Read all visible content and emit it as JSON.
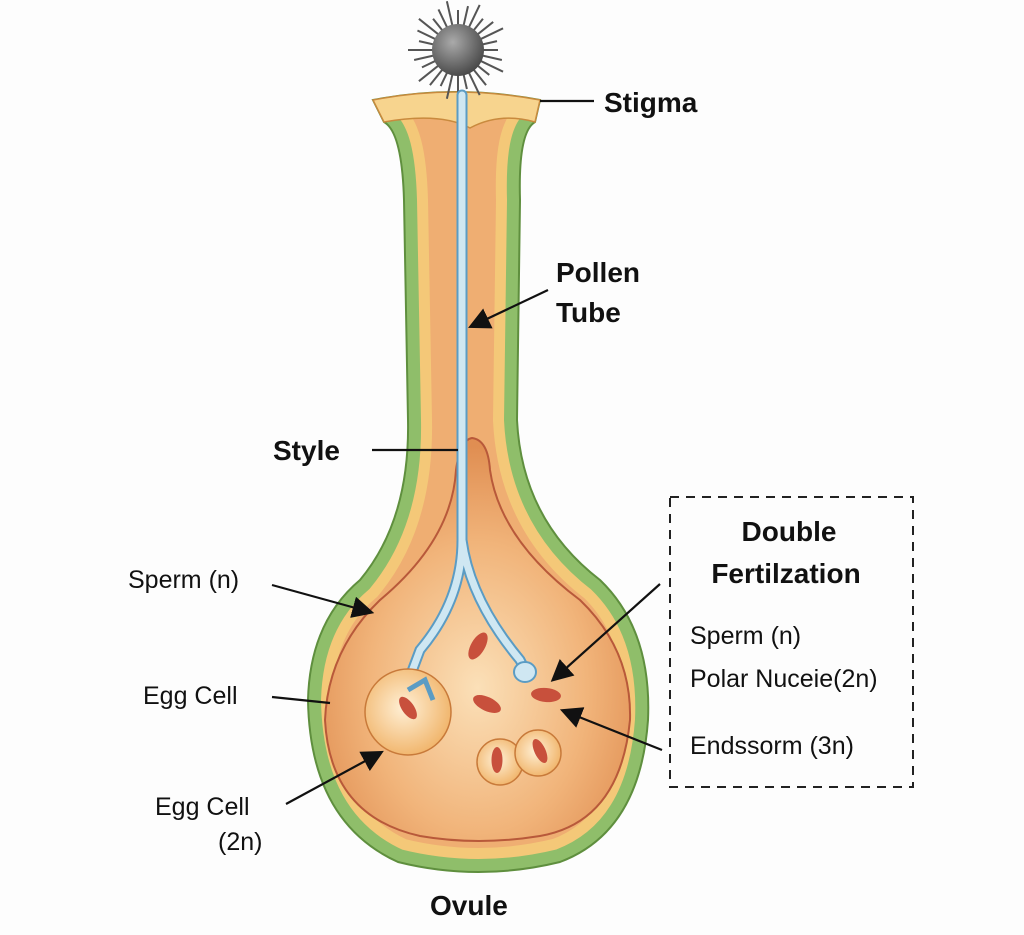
{
  "labels": {
    "stigma": "Stigma",
    "pollen_tube_1": "Pollen",
    "pollen_tube_2": "Tube",
    "style": "Style",
    "sperm": "Sperm (n)",
    "egg_cell": "Egg Cell",
    "egg_cell_2n_1": "Egg Cell",
    "egg_cell_2n_2": "(2n)",
    "ovule": "Ovule"
  },
  "box": {
    "title_1": "Double",
    "title_2": "Fertilzation",
    "items": [
      "Sperm (n)",
      "Polar Nuceie(2n)",
      "Endssorm (3n)"
    ]
  },
  "colors": {
    "wall_green": "#8fbe6a",
    "tissue_yellow": "#f4c878",
    "tissue_orange": "#eda66a",
    "tube_blue": "#bcdcec",
    "sperm_red": "#c8503c"
  }
}
